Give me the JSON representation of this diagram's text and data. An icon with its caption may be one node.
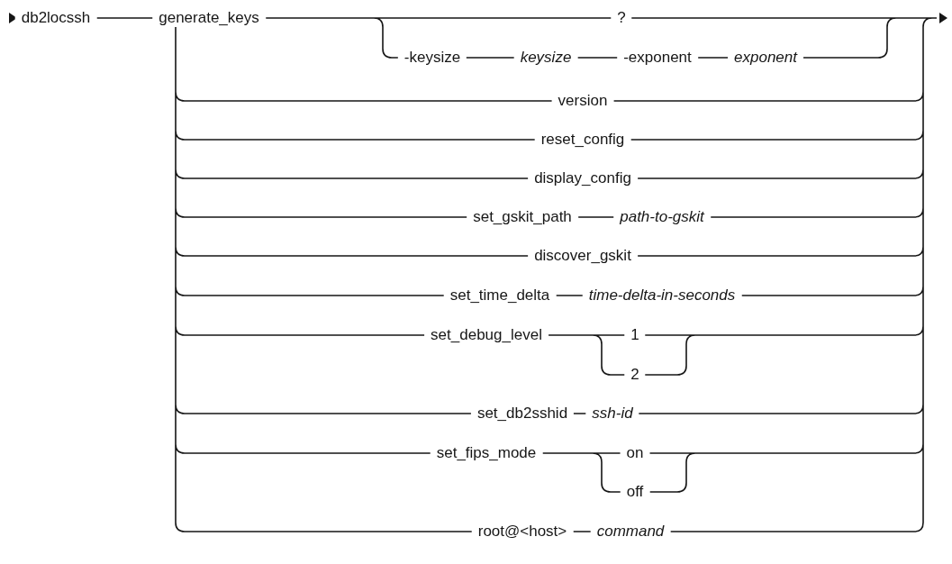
{
  "diagram": {
    "labels": [
      "db2locssh",
      "generate_keys",
      "?",
      "-keysize",
      "keysize",
      "-exponent",
      "exponent",
      "version",
      "reset_config",
      "display_config",
      "set_gskit_path",
      "path-to-gskit",
      "discover_gskit",
      "set_time_delta",
      "time-delta-in-seconds",
      "set_debug_level",
      "1",
      "2",
      "set_db2sshid",
      "ssh-id",
      "set_fips_mode",
      "on",
      "off",
      "root@<host>",
      "command"
    ]
  }
}
